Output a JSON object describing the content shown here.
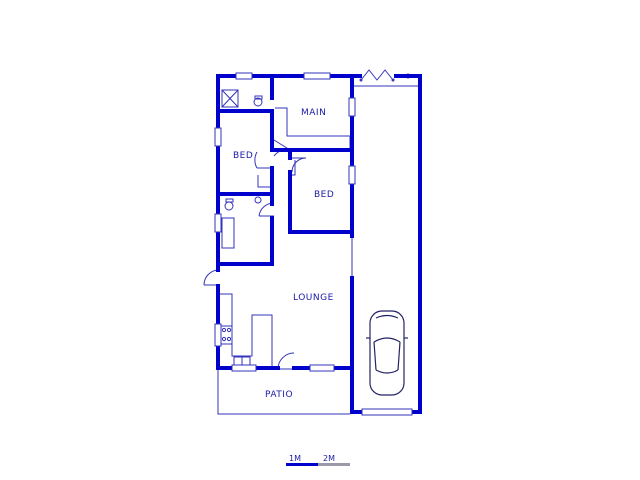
{
  "plan": {
    "rooms": {
      "main": "MAIN",
      "bed1": "BED",
      "bed2": "BED",
      "lounge": "LOUNGE",
      "patio": "PATIO"
    },
    "scale": {
      "label_1": "1M",
      "label_2": "2M"
    }
  },
  "colors": {
    "wall": "#0000cc",
    "thin": "#3333bb",
    "text": "#1a1aa8"
  }
}
